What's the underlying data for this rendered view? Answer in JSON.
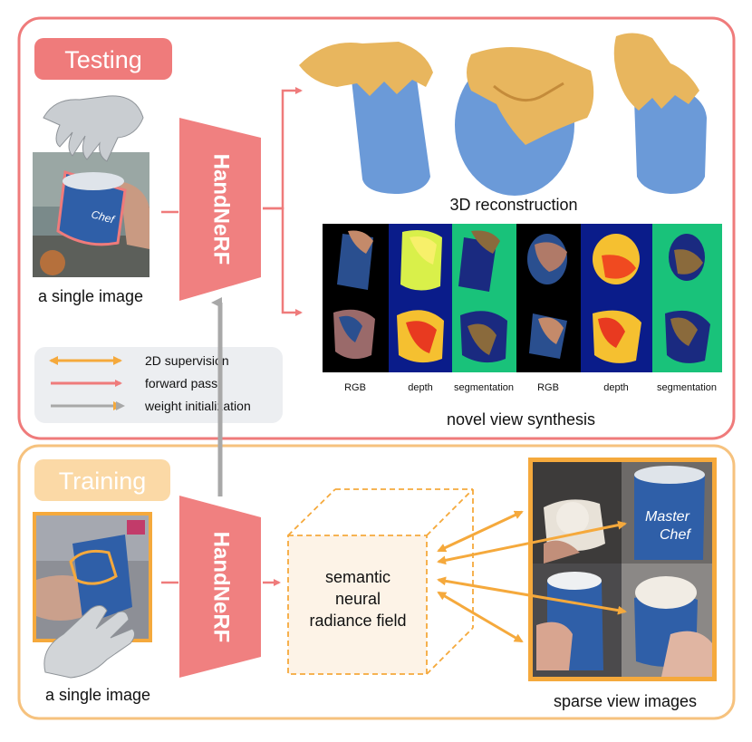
{
  "testing": {
    "badge": "Testing",
    "input_caption": "a single image",
    "encoder_label": "HandNeRF",
    "recon_caption": "3D reconstruction",
    "nvs_caption": "novel view synthesis",
    "nvs_columns": [
      "RGB",
      "depth",
      "segmentation",
      "RGB",
      "depth",
      "segmentation"
    ]
  },
  "legend": {
    "items": [
      {
        "label": "2D supervision",
        "color": "#f5a93c"
      },
      {
        "label": "forward pass",
        "color": "#ef7b7b"
      },
      {
        "label": "weight initialization",
        "color": "#a8a8a8"
      }
    ]
  },
  "training": {
    "badge": "Training",
    "input_caption": "a single image",
    "encoder_label": "HandNeRF",
    "field_line1": "semantic",
    "field_line2": "neural",
    "field_line3": "radiance field",
    "views_caption": "sparse view images"
  },
  "colors": {
    "testing_border": "#ef7b7b",
    "testing_badge": "#ef7b7b",
    "training_border": "#f6c27e",
    "training_badge": "#fbd9a6",
    "encoder": "#f08080",
    "supervision": "#f5a93c",
    "object": "#6b9ad8",
    "hand": "#e8b65e"
  }
}
